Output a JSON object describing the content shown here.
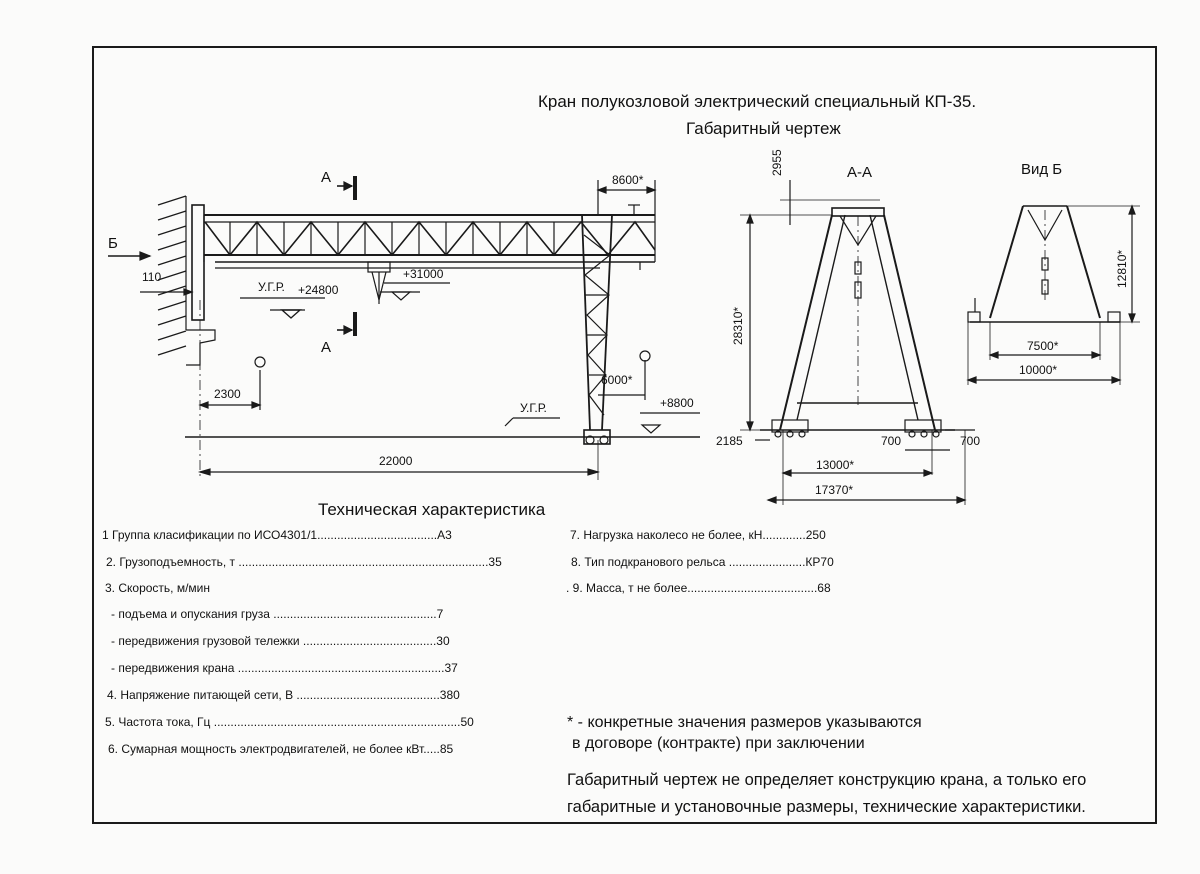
{
  "header": {
    "title": "Кран полукозловой электрический специальный КП-35.",
    "subtitle": "Габаритный чертеж"
  },
  "drawing": {
    "views": {
      "section": "А-А",
      "view_b": "Вид Б",
      "arrow_b": "Б",
      "arrow_a_top": "А",
      "arrow_a_bottom": "А"
    },
    "levels": {
      "ugr_left": "У.Г.Р.",
      "ugr_right": "У.Г.Р.",
      "level_24800": "+24800",
      "level_31000": "+31000",
      "level_8800": "+8800"
    },
    "dims": {
      "d110": "110",
      "d2300": "2300",
      "d22000": "22000",
      "d8600": "8600*",
      "d6000": "6000*",
      "d2955": "2955",
      "d28310": "28310*",
      "d2185": "2185",
      "d700a": "700",
      "d700b": "700",
      "d13000": "13000*",
      "d17370": "17370*",
      "d12810": "12810*",
      "d7500": "7500*",
      "d10000": "10000*"
    }
  },
  "specs": {
    "title": "Техническая характеристика",
    "left": [
      "1  Группа класификации по ИСО4301/1....................................А3",
      "2. Грузоподъемность, т ...........................................................................35",
      "3. Скорость, м/мин",
      "- подъема и опускания груза .................................................7",
      "- передвижения грузовой тележки ........................................30",
      "- передвижения крана ..............................................................37",
      "4. Напряжение питающей сети, В ...........................................380",
      "5. Частота тока, Гц ..........................................................................50",
      "6. Сумарная мощность электродвигателей,    не более кВт.....85"
    ],
    "right": [
      "7. Нагрузка наколесо не более, кН.............250",
      "8. Тип подкранового рельса .......................КР70",
      ". 9. Масса, т не более.......................................68"
    ]
  },
  "notes": {
    "asterisk_line1": "* - конкретные значения размеров указываются",
    "asterisk_line2": "в договоре (контракте) при заключении",
    "disclaimer_line1": "Габаритный чертеж не определяет конструкцию крана, а только его",
    "disclaimer_line2": "габаритные и установочные размеры, технические характеристики."
  }
}
